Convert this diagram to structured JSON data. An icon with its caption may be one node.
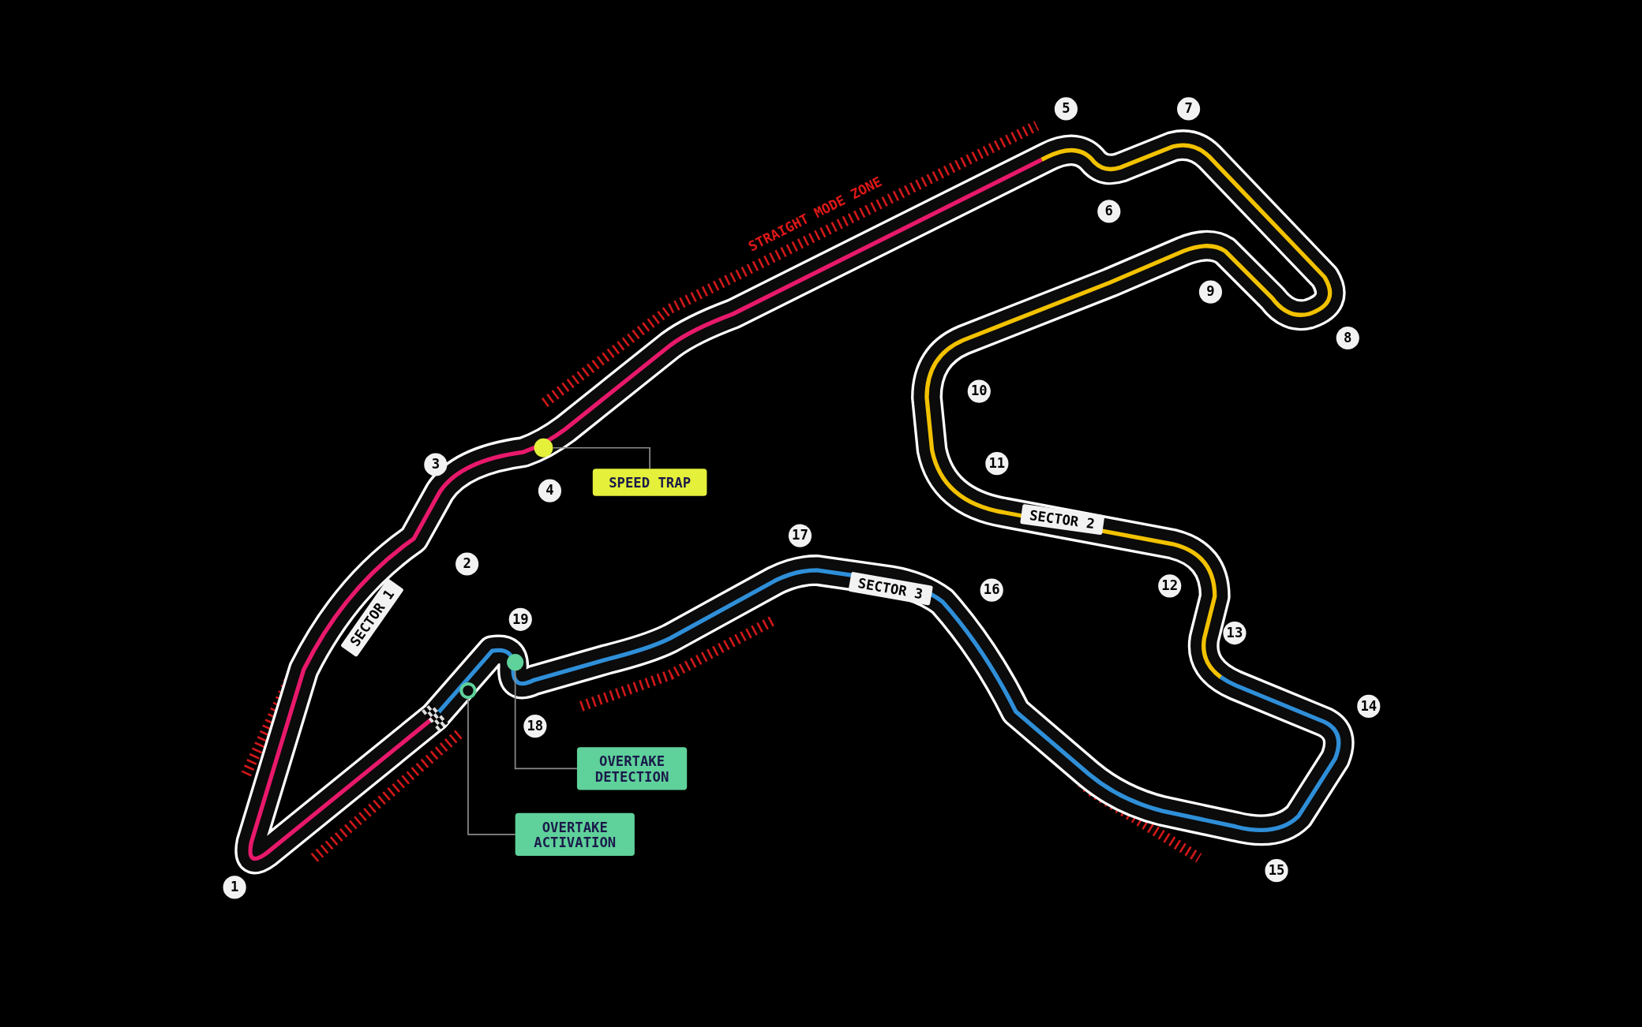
{
  "diagram": {
    "nodes": [
      {
        "text": [
          "SPEED TRAP"
        ]
      },
      {
        "text": [],
        "shape": "circle"
      },
      {
        "text": [
          "OVERTAKE DETECTION"
        ]
      },
      {
        "text": [],
        "shape": "circle"
      },
      {
        "text": [
          "OVERTAKE ACTIVATION"
        ]
      },
      {
        "text": [],
        "shape": "circle"
      }
    ],
    "edges": [
      {
        "from": 0,
        "to": 1,
        "arrow": "none"
      },
      {
        "from": 2,
        "to": 3,
        "arrow": "none"
      },
      {
        "from": 4,
        "to": 5,
        "arrow": "none"
      }
    ],
    "labels": [
      "STRAIGHT MODE ZONE",
      "1",
      "2",
      "3",
      "4",
      "5",
      "6",
      "7",
      "8",
      "9",
      "10",
      "11",
      "12",
      "13",
      "14",
      "15",
      "16",
      "17",
      "18",
      "19",
      "SECTOR 1",
      "SECTOR 2",
      "SECTOR 3"
    ]
  }
}
